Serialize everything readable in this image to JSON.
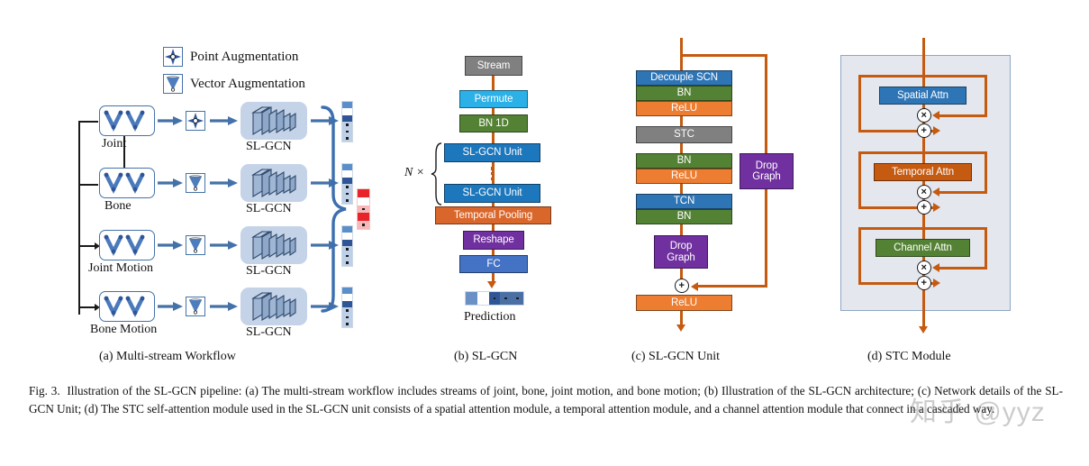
{
  "figure": {
    "label": "Fig. 3.",
    "caption": "Illustration of the SL-GCN pipeline: (a) The multi-stream workflow includes streams of joint, bone, joint motion, and bone motion; (b) Illustration of the SL-GCN architecture; (c) Network details of the SL-GCN Unit; (d) The STC self-attention module used in the SL-GCN unit consists of a spatial attention module, a temporal attention module, and a channel attention module that connect in a cascaded way.",
    "watermark": "知乎 @yyz"
  },
  "panels": [
    {
      "id": "a",
      "caption": "(a) Multi-stream Workflow"
    },
    {
      "id": "b",
      "caption": "(b) SL-GCN"
    },
    {
      "id": "c",
      "caption": "(c) SL-GCN Unit"
    },
    {
      "id": "d",
      "caption": "(d) STC Module"
    }
  ],
  "panel_a": {
    "legend": [
      {
        "icon": "point-augmentation-icon",
        "label": "Point Augmentation"
      },
      {
        "icon": "vector-augmentation-icon",
        "label": "Vector Augmentation"
      }
    ],
    "streams": [
      {
        "label": "Joint",
        "augmentation": "point",
        "model": "SL-GCN"
      },
      {
        "label": "Bone",
        "augmentation": "vector",
        "model": "SL-GCN"
      },
      {
        "label": "Joint Motion",
        "augmentation": "vector",
        "model": "SL-GCN"
      },
      {
        "label": "Bone Motion",
        "augmentation": "vector",
        "model": "SL-GCN"
      }
    ],
    "fusion": {
      "icon": "brace-icon",
      "output": "fused-prediction-bar"
    }
  },
  "panel_b": {
    "repeat_label": "N ×",
    "blocks": [
      {
        "label": "Stream",
        "color": "#808080"
      },
      {
        "label": "Permute",
        "color": "#2BB1E8"
      },
      {
        "label": "BN 1D",
        "color": "#548235"
      },
      {
        "label": "SL-GCN Unit",
        "color": "#1C77BC"
      },
      {
        "label": "SL-GCN Unit",
        "color": "#1C77BC"
      },
      {
        "label": "Temporal Pooling",
        "color": "#D9662B"
      },
      {
        "label": "Reshape",
        "color": "#7030A0"
      },
      {
        "label": "FC",
        "color": "#4472C4"
      }
    ],
    "output_label": "Prediction"
  },
  "panel_c": {
    "blocks": [
      {
        "label": "Decouple SCN",
        "color": "#2E75B6"
      },
      {
        "label": "BN",
        "color": "#548235"
      },
      {
        "label": "ReLU",
        "color": "#ED7D31"
      },
      {
        "label": "STC",
        "color": "#808080"
      },
      {
        "label": "BN",
        "color": "#548235"
      },
      {
        "label": "ReLU",
        "color": "#ED7D31"
      },
      {
        "label": "TCN",
        "color": "#2E75B6"
      },
      {
        "label": "BN",
        "color": "#548235"
      },
      {
        "label": "Drop Graph",
        "color": "#7030A0"
      },
      {
        "label": "ReLU",
        "color": "#ED7D31"
      }
    ],
    "skip_block": {
      "label": "Drop Graph",
      "color": "#7030A0"
    },
    "operators": [
      {
        "symbol": "+",
        "name": "add"
      }
    ]
  },
  "panel_d": {
    "blocks": [
      {
        "label": "Spatial Attn",
        "color": "#2E75B6"
      },
      {
        "label": "Temporal Attn",
        "color": "#C55A11"
      },
      {
        "label": "Channel Attn",
        "color": "#548235"
      }
    ],
    "operators": [
      {
        "symbol": "×",
        "name": "multiply"
      },
      {
        "symbol": "+",
        "name": "add"
      }
    ]
  },
  "colors": {
    "flow_arrow": "#C55A11",
    "stream_arrow": "#4472A8",
    "gcn_fill": "#C5D3E8",
    "stc_frame": "#E4E7ED",
    "output_red": "#E8232A"
  }
}
